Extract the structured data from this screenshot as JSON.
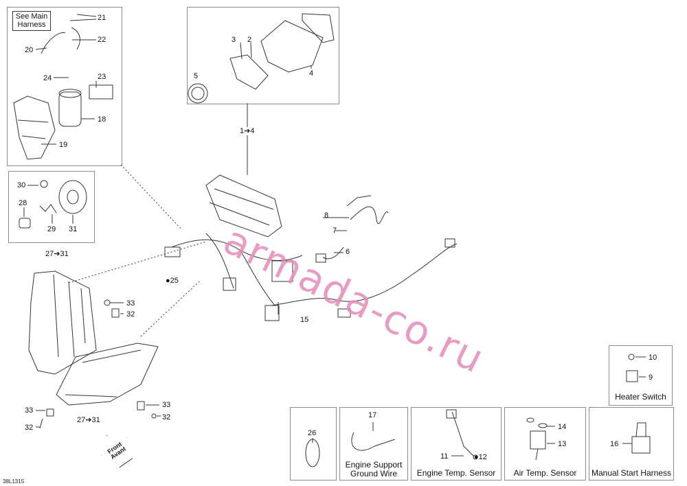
{
  "document_code": "38L1315",
  "watermark": "armada-co.ru",
  "front_label": {
    "line1": "Front",
    "line2": "Avant"
  },
  "top_left_box": {
    "see_note": "See Main Harness",
    "labels": [
      "21",
      "22",
      "20",
      "24",
      "23",
      "18",
      "19"
    ]
  },
  "gauge_box": {
    "labels": [
      "3",
      "2",
      "5",
      "4"
    ]
  },
  "headlight_box": {
    "labels": [
      "30",
      "28",
      "29",
      "31"
    ]
  },
  "main_labels": {
    "l_1_4": "1➔4",
    "l_8": "8",
    "l_7": "7",
    "l_6": "6",
    "l_25": "25",
    "l_15": "15",
    "l_27_31_top": "27➔31",
    "l_33_a": "33",
    "l_32_a": "32",
    "l_33_b": "33",
    "l_32_b": "32",
    "l_33_c": "33",
    "l_32_c": "32",
    "l_27_31_bottom": "27➔31"
  },
  "heater_switch_box": {
    "labels": [
      "10",
      "9"
    ],
    "caption": "Heater Switch"
  },
  "bottom_boxes": [
    {
      "labels": [
        "26"
      ],
      "caption": ""
    },
    {
      "labels": [
        "17"
      ],
      "caption_line1": "Engine Support",
      "caption_line2": "Ground Wire"
    },
    {
      "labels": [
        "11",
        "12"
      ],
      "caption": "Engine Temp. Sensor"
    },
    {
      "labels": [
        "14",
        "13"
      ],
      "caption": "Air Temp. Sensor"
    },
    {
      "labels": [
        "16"
      ],
      "caption": "Manual Start Harness"
    }
  ]
}
